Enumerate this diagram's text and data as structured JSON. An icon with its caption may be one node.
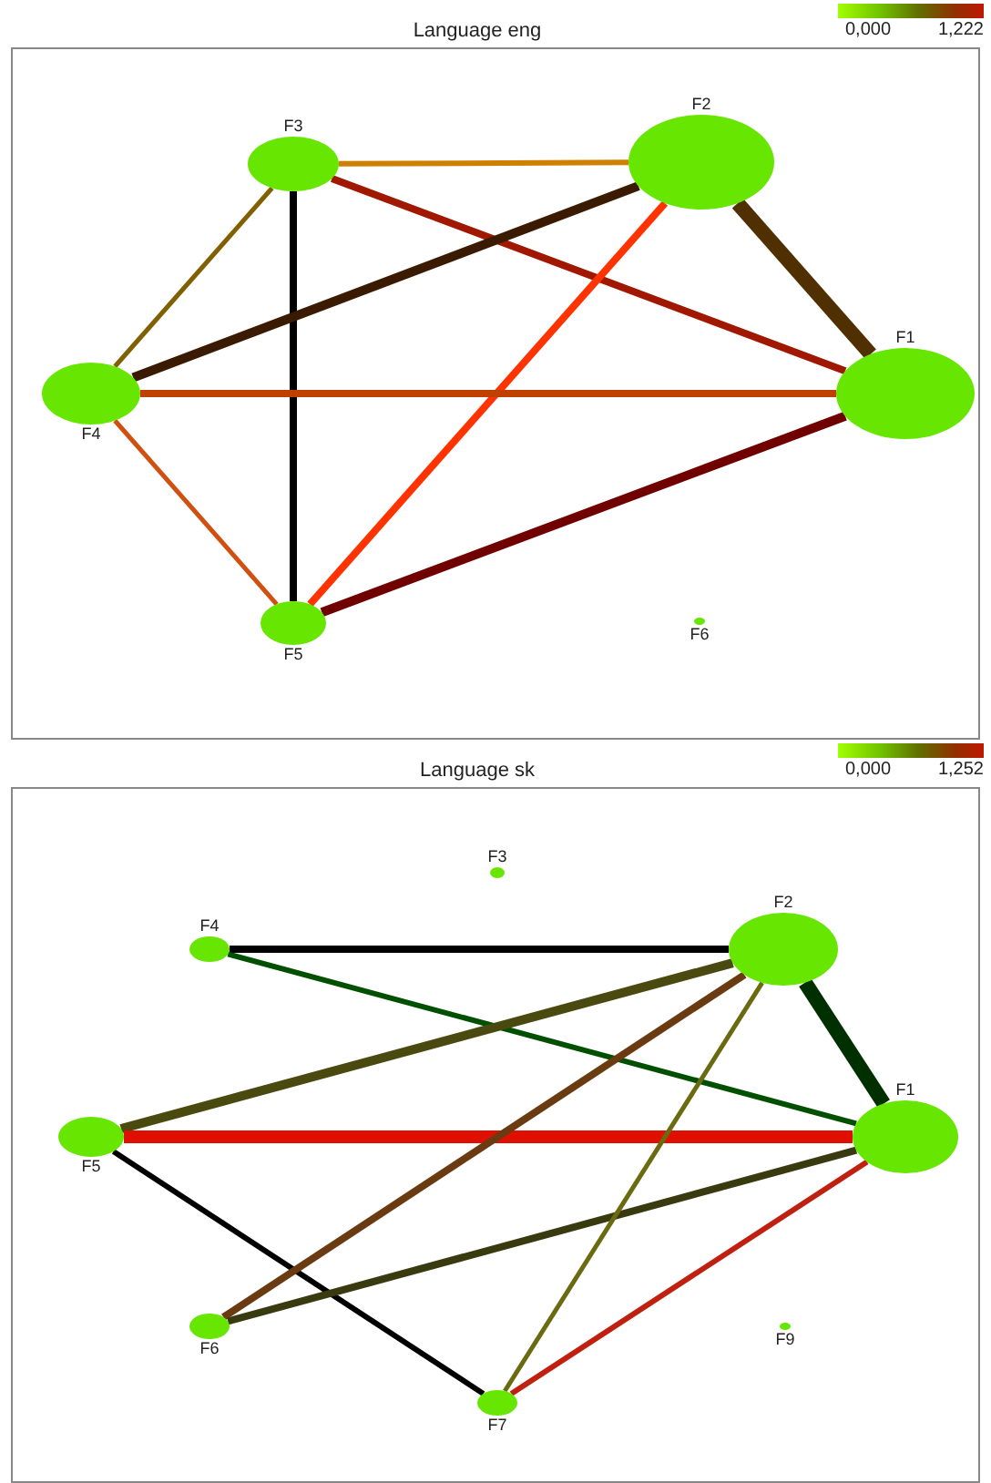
{
  "diagram": {
    "nodes": [
      {
        "text": [
          "Language eng"
        ]
      },
      {
        "text": [
          "F1"
        ],
        "in": 0
      },
      {
        "text": [
          "F2"
        ],
        "in": 0
      },
      {
        "text": [
          "F3"
        ],
        "in": 0
      },
      {
        "text": [
          "F4"
        ],
        "in": 0
      },
      {
        "text": [
          "F5"
        ],
        "in": 0
      },
      {
        "text": [
          "F6"
        ],
        "in": 0
      },
      {
        "text": [
          "Language sk"
        ]
      },
      {
        "text": [
          "F1"
        ],
        "in": 7
      },
      {
        "text": [
          "F2"
        ],
        "in": 7
      },
      {
        "text": [
          "F3"
        ],
        "in": 7
      },
      {
        "text": [
          "F4"
        ],
        "in": 7
      },
      {
        "text": [
          "F5"
        ],
        "in": 7
      },
      {
        "text": [
          "F6"
        ],
        "in": 7
      },
      {
        "text": [
          "F7"
        ],
        "in": 7
      },
      {
        "text": [
          "F9"
        ],
        "in": 7
      }
    ],
    "edges": [
      {
        "from": 3,
        "to": 2,
        "arrow": "none",
        "color": "#d08000"
      },
      {
        "from": 3,
        "to": 1,
        "arrow": "none",
        "color": "#a01800"
      },
      {
        "from": 3,
        "to": 4,
        "arrow": "none",
        "color": "#806000"
      },
      {
        "from": 3,
        "to": 5,
        "arrow": "none",
        "color": "#000000"
      },
      {
        "from": 2,
        "to": 4,
        "arrow": "none",
        "color": "#3a1a00"
      },
      {
        "from": 2,
        "to": 1,
        "arrow": "none",
        "style": "thick",
        "color": "#503000"
      },
      {
        "from": 2,
        "to": 5,
        "arrow": "none",
        "color": "#ff3300"
      },
      {
        "from": 4,
        "to": 1,
        "arrow": "none",
        "color": "#c04000"
      },
      {
        "from": 4,
        "to": 5,
        "arrow": "none",
        "color": "#d05010"
      },
      {
        "from": 5,
        "to": 1,
        "arrow": "none",
        "color": "#700000"
      },
      {
        "from": 11,
        "to": 9,
        "arrow": "none",
        "color": "#000000"
      },
      {
        "from": 11,
        "to": 8,
        "arrow": "none",
        "color": "#005000"
      },
      {
        "from": 12,
        "to": 9,
        "arrow": "none",
        "color": "#4a4a10"
      },
      {
        "from": 12,
        "to": 8,
        "arrow": "none",
        "color": "#e01000"
      },
      {
        "from": 12,
        "to": 14,
        "arrow": "none",
        "color": "#000000"
      },
      {
        "from": 13,
        "to": 9,
        "arrow": "none",
        "color": "#6a3a10"
      },
      {
        "from": 13,
        "to": 8,
        "arrow": "none",
        "color": "#3a3a10"
      },
      {
        "from": 14,
        "to": 9,
        "arrow": "none",
        "color": "#6a6a10"
      },
      {
        "from": 14,
        "to": 8,
        "arrow": "none",
        "color": "#c02010"
      },
      {
        "from": 9,
        "to": 8,
        "arrow": "none",
        "style": "thick",
        "color": "#003000"
      }
    ],
    "labels": [
      "0,000",
      "1,222",
      "0,000",
      "1,252"
    ]
  }
}
